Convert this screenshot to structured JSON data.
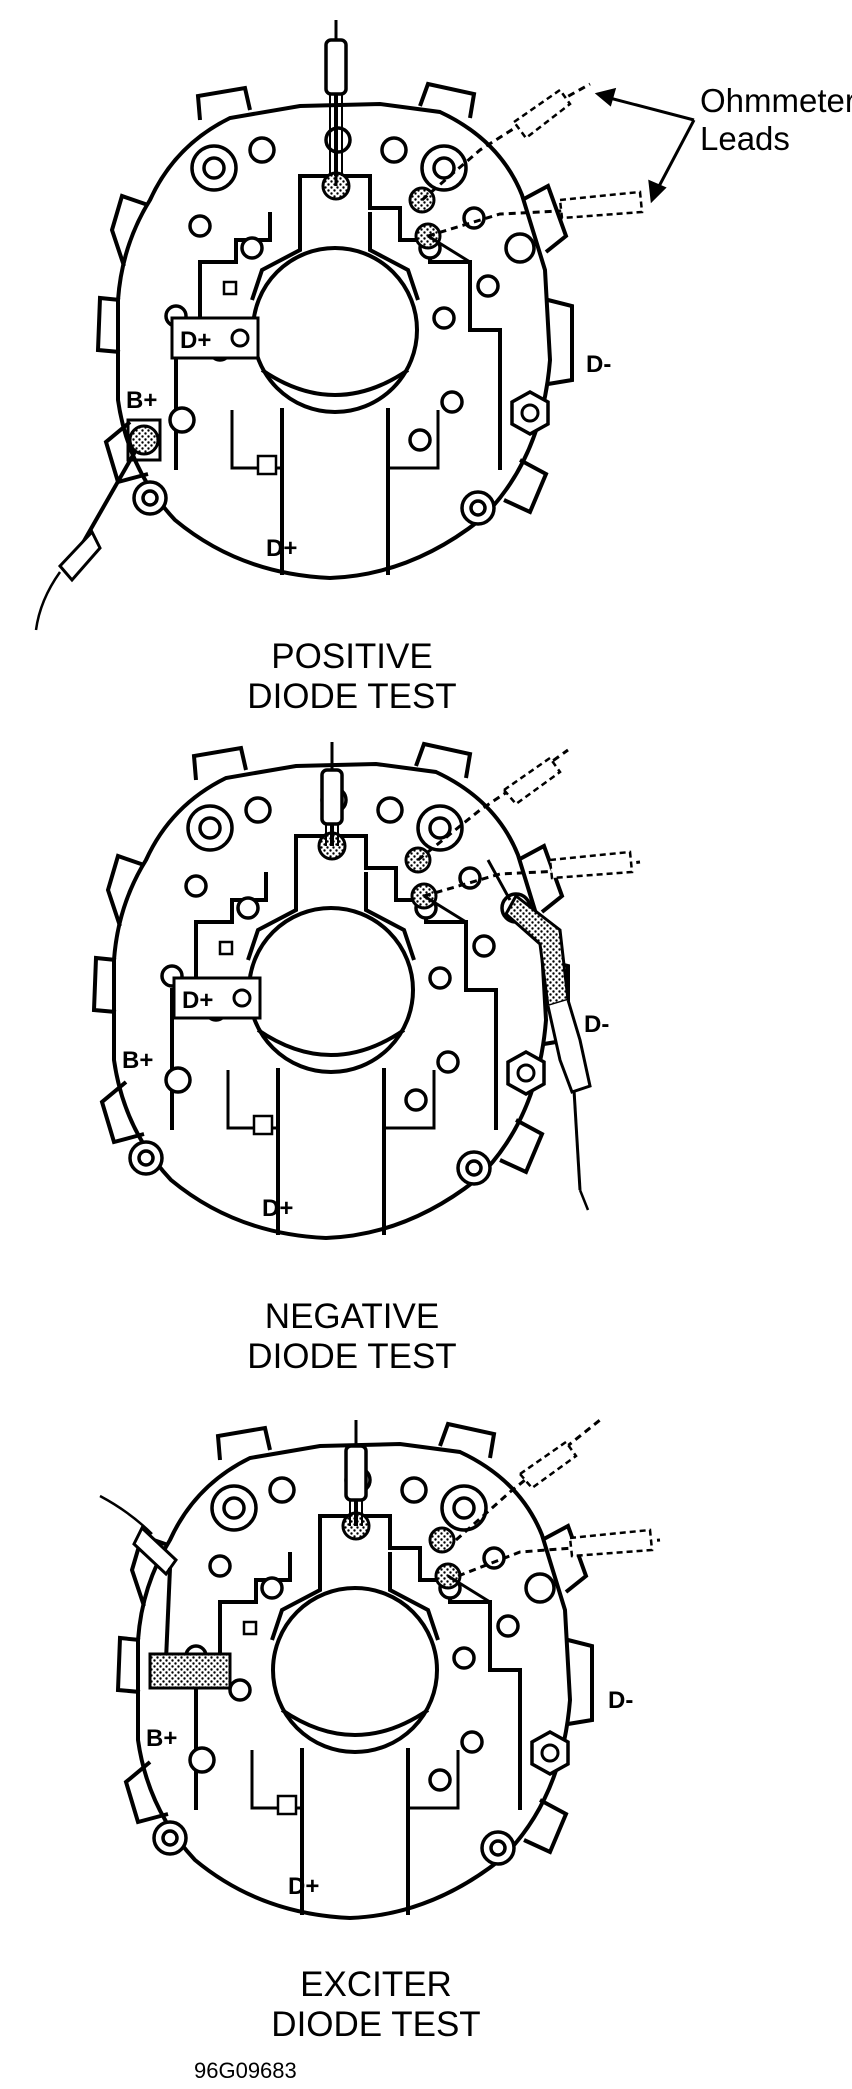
{
  "annotation": {
    "ohmmeter_line1": "Ohmmeter",
    "ohmmeter_line2": "Leads"
  },
  "panels": [
    {
      "caption_line1": "POSITIVE",
      "caption_line2": "DIODE TEST"
    },
    {
      "caption_line1": "NEGATIVE",
      "caption_line2": "DIODE TEST"
    },
    {
      "caption_line1": "EXCITER",
      "caption_line2": "DIODE TEST"
    }
  ],
  "terminal_labels": {
    "d_plus": "D+",
    "d_minus": "D-",
    "b_plus": "B+"
  },
  "figure_ref": "96G09683"
}
